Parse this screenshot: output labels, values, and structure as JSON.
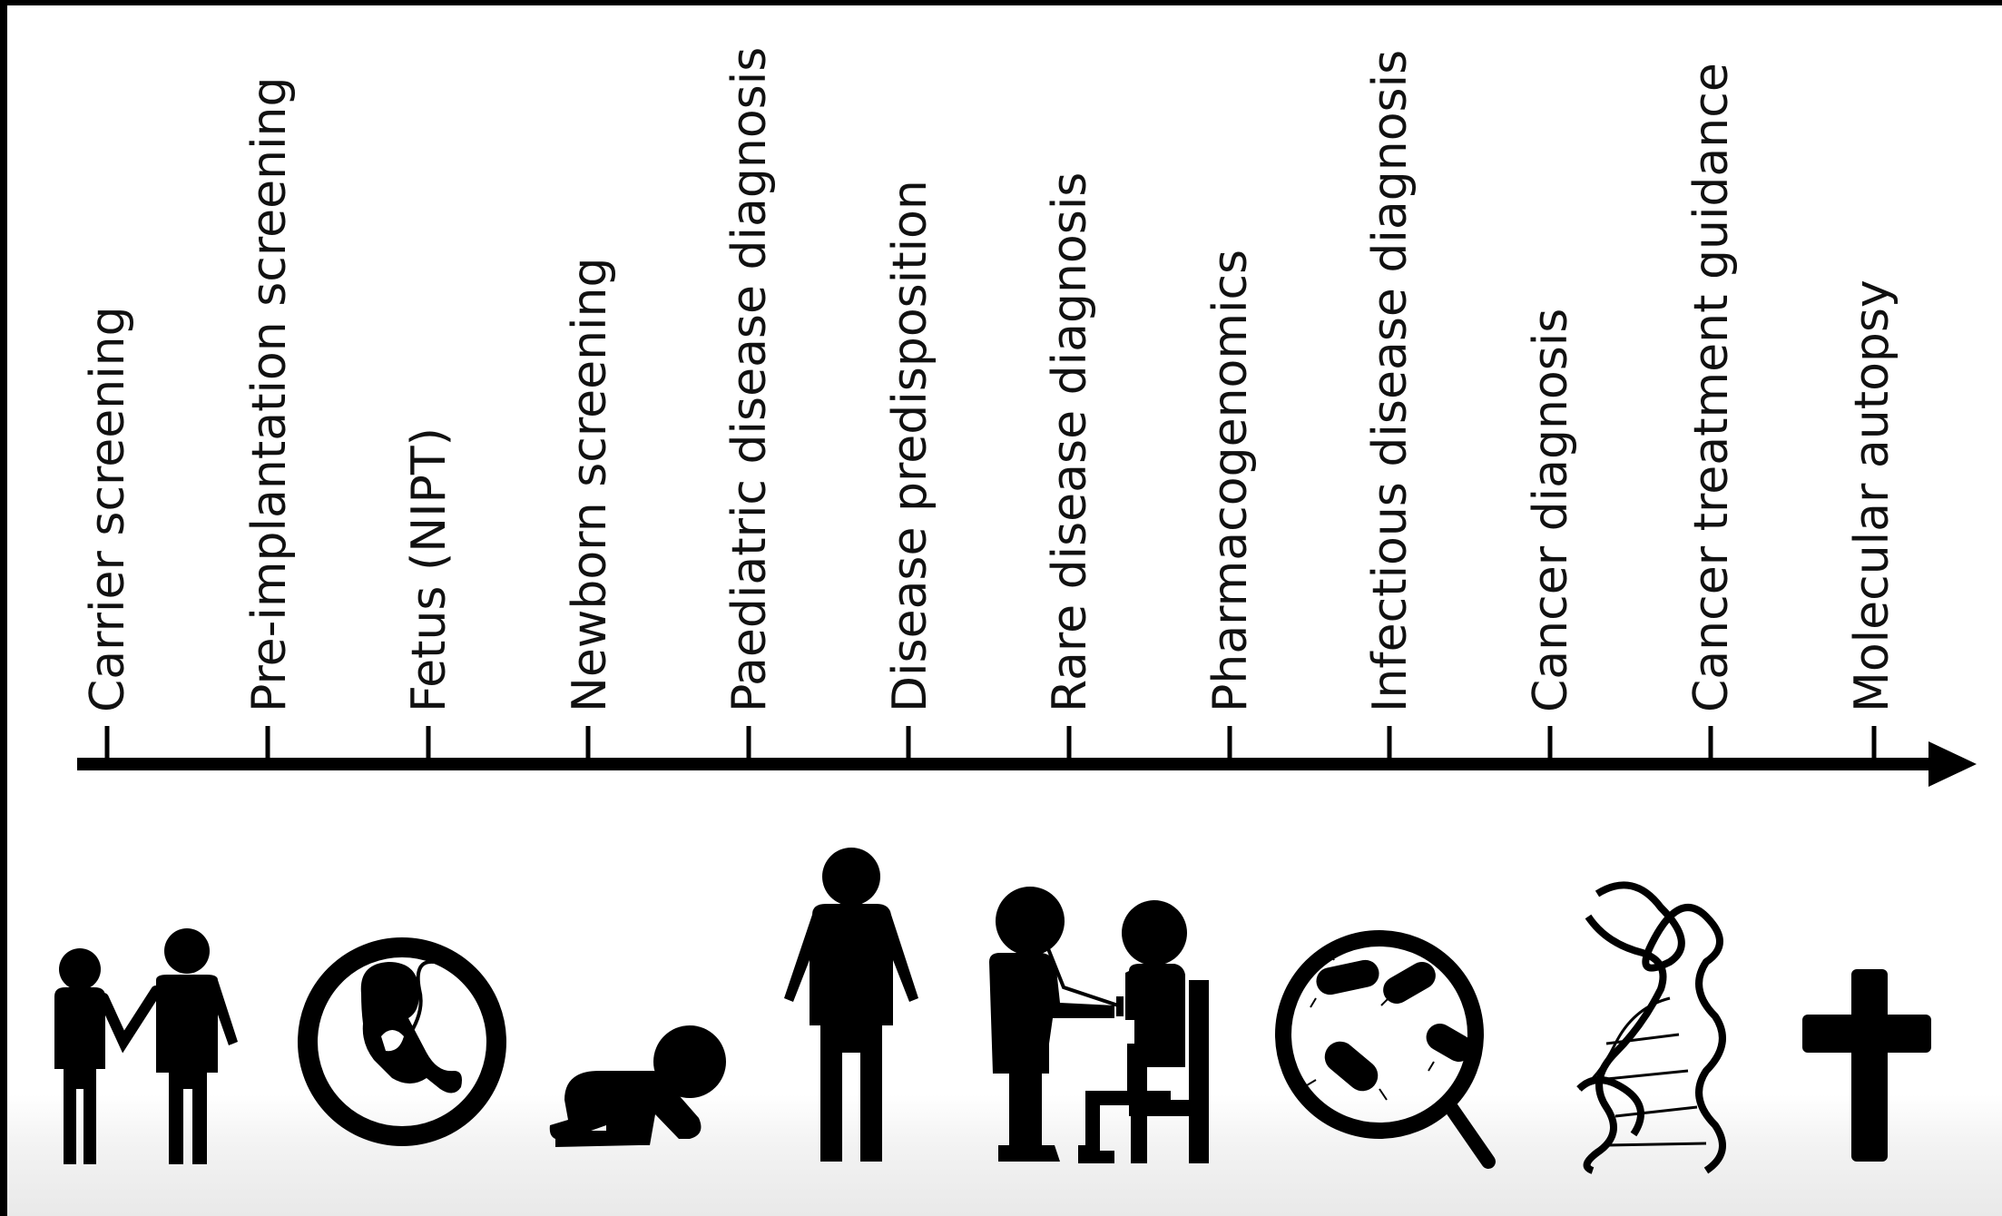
{
  "timeline": {
    "stages": [
      "Carrier screening",
      "Pre-implantation screening",
      "Fetus (NIPT)",
      "Newborn screening",
      "Paediatric disease diagnosis",
      "Disease predisposition",
      "Rare disease diagnosis",
      "Pharmacogenomics",
      "Infectious disease diagnosis",
      "Cancer diagnosis",
      "Cancer treatment guidance",
      "Molecular autopsy"
    ]
  },
  "icons": [
    "couple-icon",
    "fetus-icon",
    "crawling-baby-icon",
    "standing-person-icon",
    "doctor-patient-icon",
    "magnifier-bacteria-icon",
    "dna-helix-icon",
    "cross-icon"
  ],
  "colors": {
    "background": "#ffffff",
    "ink": "#000000",
    "frame": "#000000"
  }
}
